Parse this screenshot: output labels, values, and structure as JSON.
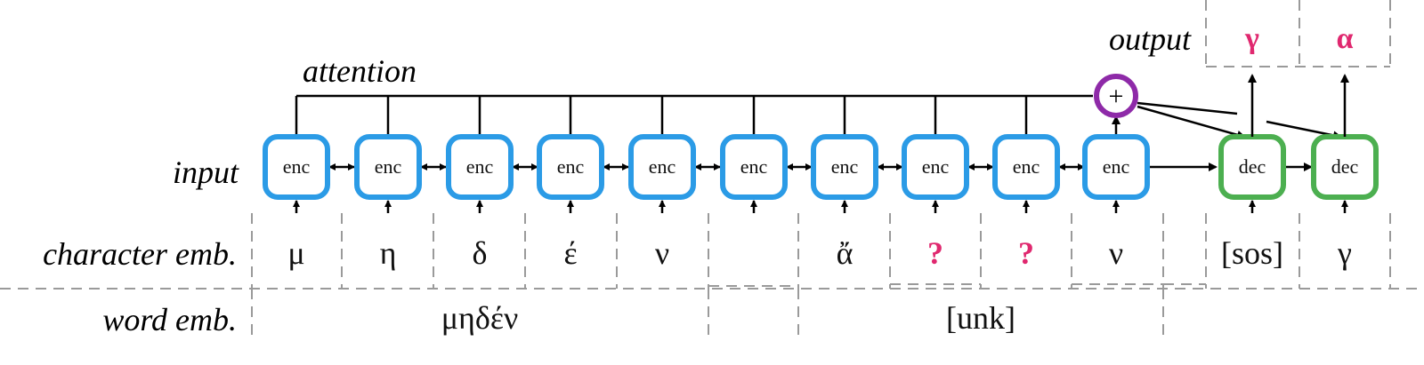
{
  "labels": {
    "attention": "attention",
    "output": "output",
    "input": "input",
    "character_emb": "character emb.",
    "word_emb": "word emb."
  },
  "encoders": [
    "enc",
    "enc",
    "enc",
    "enc",
    "enc",
    "enc",
    "enc",
    "enc",
    "enc",
    "enc"
  ],
  "decoders": [
    "dec",
    "dec"
  ],
  "plus_symbol": "+",
  "characters": [
    {
      "text": "μ",
      "unknown": false
    },
    {
      "text": "η",
      "unknown": false
    },
    {
      "text": "δ",
      "unknown": false
    },
    {
      "text": "έ",
      "unknown": false
    },
    {
      "text": "ν",
      "unknown": false
    },
    {
      "text": "",
      "unknown": false
    },
    {
      "text": "ἄ",
      "unknown": false
    },
    {
      "text": "?",
      "unknown": true
    },
    {
      "text": "?",
      "unknown": true
    },
    {
      "text": "ν",
      "unknown": false
    }
  ],
  "decoder_inputs": [
    "[sos]",
    "γ"
  ],
  "outputs": [
    "γ",
    "α"
  ],
  "words": [
    "μηδέν",
    "[unk]"
  ],
  "colors": {
    "encoder": "#2b9be6",
    "decoder": "#4caf50",
    "attention_node": "#8e2aa8",
    "highlight": "#e0286f"
  }
}
